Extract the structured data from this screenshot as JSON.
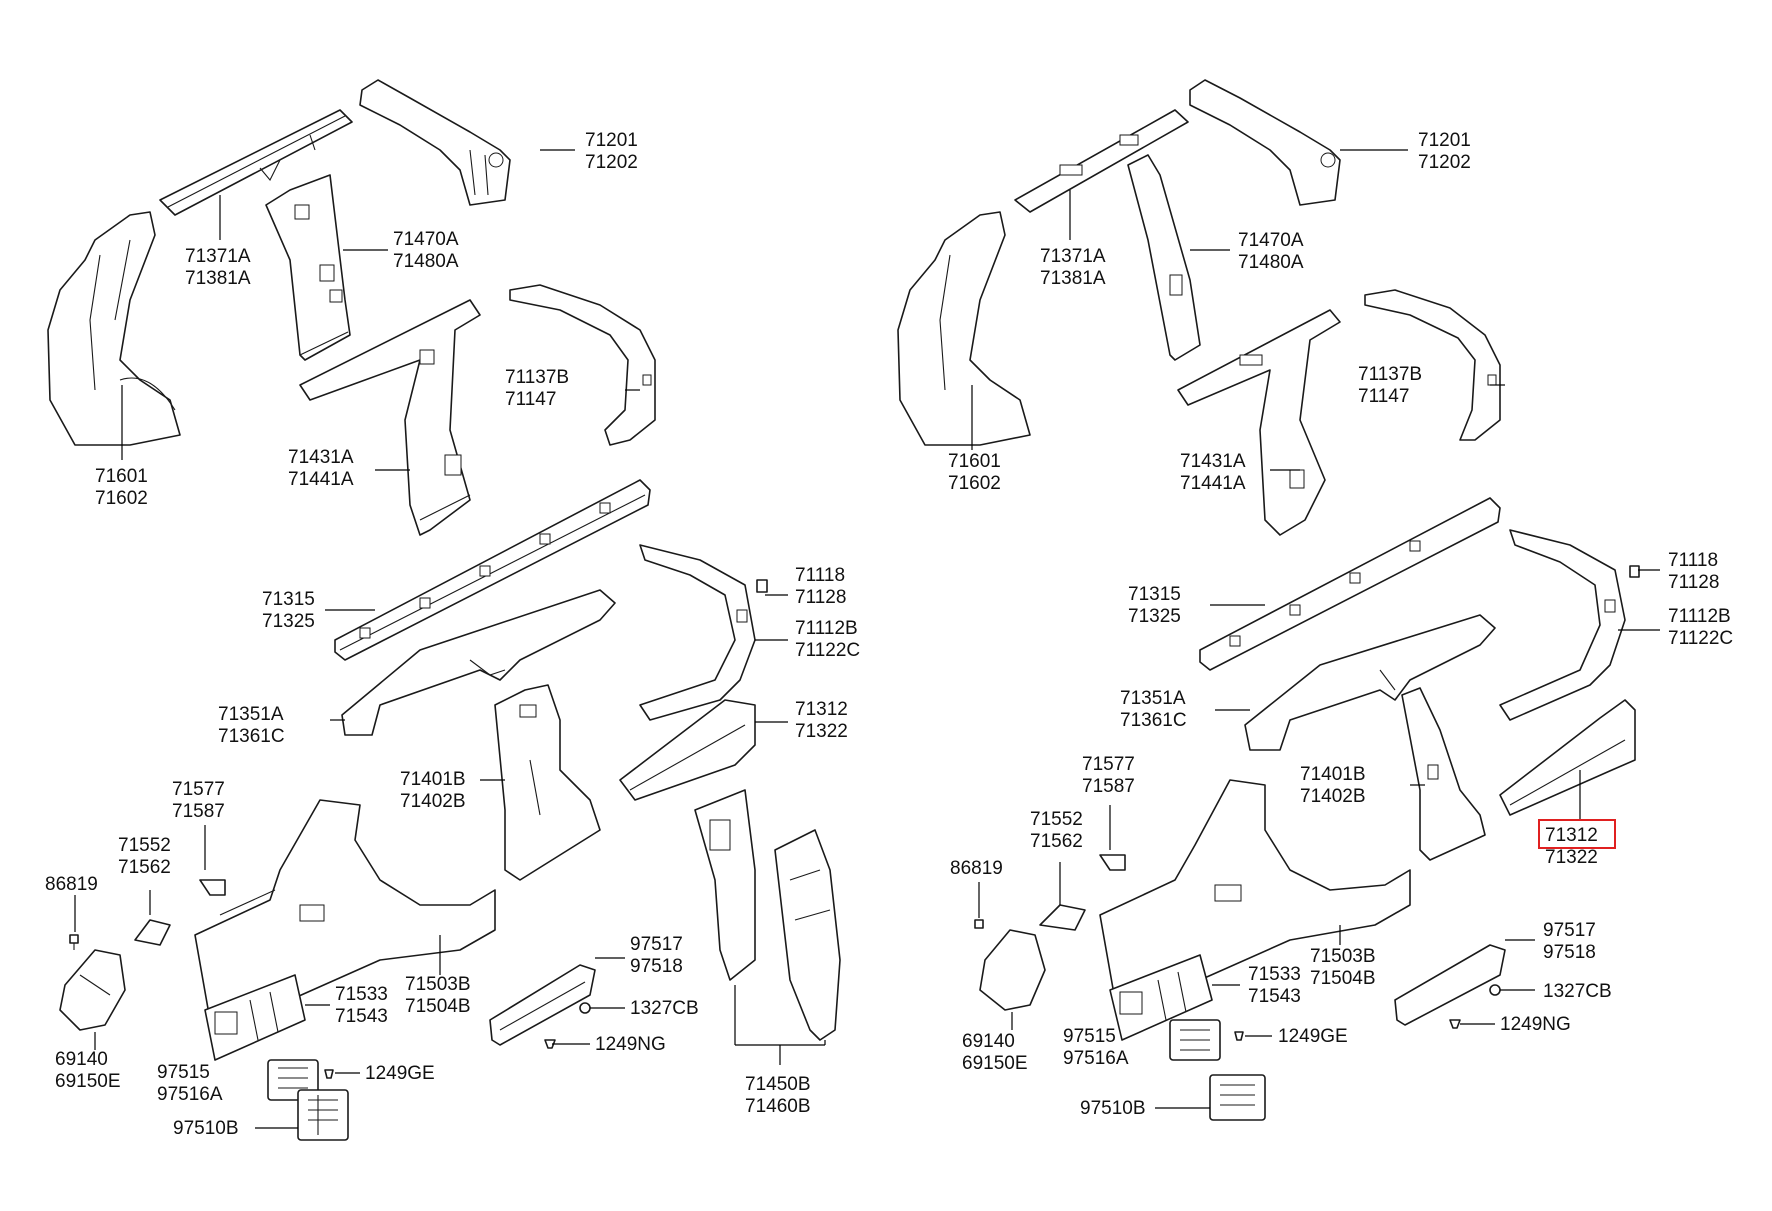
{
  "highlight_color": "#e02020",
  "left": {
    "callouts": [
      {
        "id": "l-71201",
        "lines": [
          "71201",
          "71202"
        ]
      },
      {
        "id": "l-71371a",
        "lines": [
          "71371A",
          "71381A"
        ]
      },
      {
        "id": "l-71470a",
        "lines": [
          "71470A",
          "71480A"
        ]
      },
      {
        "id": "l-71601",
        "lines": [
          "71601",
          "71602"
        ]
      },
      {
        "id": "l-71137b",
        "lines": [
          "71137B",
          "71147"
        ]
      },
      {
        "id": "l-71431a",
        "lines": [
          "71431A",
          "71441A"
        ]
      },
      {
        "id": "l-71315",
        "lines": [
          "71315",
          "71325"
        ]
      },
      {
        "id": "l-71118",
        "lines": [
          "71118",
          "71128"
        ]
      },
      {
        "id": "l-71112b",
        "lines": [
          "71112B",
          "71122C"
        ]
      },
      {
        "id": "l-71351a",
        "lines": [
          "71351A",
          "71361C"
        ]
      },
      {
        "id": "l-71312",
        "lines": [
          "71312",
          "71322"
        ]
      },
      {
        "id": "l-71401b",
        "lines": [
          "71401B",
          "71402B"
        ]
      },
      {
        "id": "l-71577",
        "lines": [
          "71577",
          "71587"
        ]
      },
      {
        "id": "l-71552",
        "lines": [
          "71552",
          "71562"
        ]
      },
      {
        "id": "l-86819",
        "lines": [
          "86819"
        ]
      },
      {
        "id": "l-97517",
        "lines": [
          "97517",
          "97518"
        ]
      },
      {
        "id": "l-1327cb",
        "lines": [
          "1327CB"
        ]
      },
      {
        "id": "l-71533",
        "lines": [
          "71533",
          "71543"
        ]
      },
      {
        "id": "l-71503b",
        "lines": [
          "71503B",
          "71504B"
        ]
      },
      {
        "id": "l-69140",
        "lines": [
          "69140",
          "69150E"
        ]
      },
      {
        "id": "l-1249ng",
        "lines": [
          "1249NG"
        ]
      },
      {
        "id": "l-97515",
        "lines": [
          "97515",
          "97516A"
        ]
      },
      {
        "id": "l-1249ge",
        "lines": [
          "1249GE"
        ]
      },
      {
        "id": "l-97510b",
        "lines": [
          "97510B"
        ]
      },
      {
        "id": "l-71450b",
        "lines": [
          "71450B",
          "71460B"
        ]
      }
    ]
  },
  "right": {
    "callouts": [
      {
        "id": "r-71201",
        "lines": [
          "71201",
          "71202"
        ]
      },
      {
        "id": "r-71371a",
        "lines": [
          "71371A",
          "71381A"
        ]
      },
      {
        "id": "r-71470a",
        "lines": [
          "71470A",
          "71480A"
        ]
      },
      {
        "id": "r-71137b",
        "lines": [
          "71137B",
          "71147"
        ]
      },
      {
        "id": "r-71601",
        "lines": [
          "71601",
          "71602"
        ]
      },
      {
        "id": "r-71431a",
        "lines": [
          "71431A",
          "71441A"
        ]
      },
      {
        "id": "r-71118",
        "lines": [
          "71118",
          "71128"
        ]
      },
      {
        "id": "r-71315",
        "lines": [
          "71315",
          "71325"
        ]
      },
      {
        "id": "r-71112b",
        "lines": [
          "71112B",
          "71122C"
        ]
      },
      {
        "id": "r-71351a",
        "lines": [
          "71351A",
          "71361C"
        ]
      },
      {
        "id": "r-71577",
        "lines": [
          "71577",
          "71587"
        ]
      },
      {
        "id": "r-71401b",
        "lines": [
          "71401B",
          "71402B"
        ]
      },
      {
        "id": "r-71552",
        "lines": [
          "71552",
          "71562"
        ]
      },
      {
        "id": "r-71312",
        "lines": [
          "71312",
          "71322"
        ],
        "highlighted": true
      },
      {
        "id": "r-86819",
        "lines": [
          "86819"
        ]
      },
      {
        "id": "r-97517",
        "lines": [
          "97517",
          "97518"
        ]
      },
      {
        "id": "r-71533",
        "lines": [
          "71533",
          "71543"
        ]
      },
      {
        "id": "r-71503b",
        "lines": [
          "71503B",
          "71504B"
        ]
      },
      {
        "id": "r-1327cb",
        "lines": [
          "1327CB"
        ]
      },
      {
        "id": "r-69140",
        "lines": [
          "69140",
          "69150E"
        ]
      },
      {
        "id": "r-1249ng",
        "lines": [
          "1249NG"
        ]
      },
      {
        "id": "r-97515",
        "lines": [
          "97515",
          "97516A"
        ]
      },
      {
        "id": "r-1249ge",
        "lines": [
          "1249GE"
        ]
      },
      {
        "id": "r-97510b",
        "lines": [
          "97510B"
        ]
      }
    ]
  }
}
